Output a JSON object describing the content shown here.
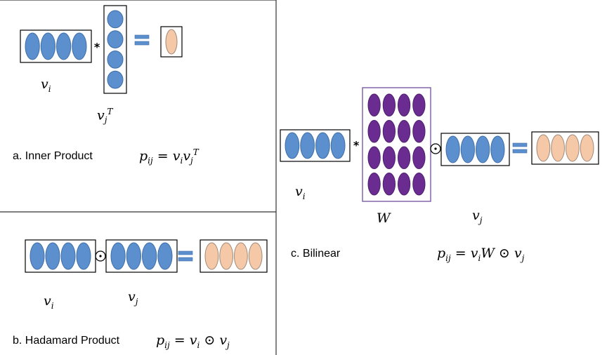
{
  "colors": {
    "vector": "#5b8fce",
    "vector_stroke": "#3f6ea6",
    "result": "#f5c9a8",
    "result_stroke": "#a08a7a",
    "weight": "#6a2c91",
    "weight_stroke": "#4d1f6b",
    "weight_box": "#7a5aa6",
    "equals": "#5b8fce",
    "divider": "#333333"
  },
  "icons": {
    "multiply": "asterisk-icon",
    "hadamard": "circle-dot-icon",
    "equals": "equals-icon"
  },
  "symbols": {
    "multiply": "*",
    "hadamard": "⊙"
  },
  "panel_a": {
    "caption": "a. Inner Product",
    "vi": {
      "v": "v",
      "sub": "i"
    },
    "vjT": {
      "v": "v",
      "sub": "j",
      "sup": "T"
    },
    "formula": {
      "p": "p",
      "p_sub": "ij",
      "eq": " = ",
      "v1": "v",
      "v1_sub": "i",
      "v2": "v",
      "v2_sub": "j",
      "v2_sup": "T"
    },
    "row_vector": {
      "circles": 4,
      "fill": "vector"
    },
    "col_vector": {
      "circles": 4,
      "fill": "vector"
    },
    "result": {
      "circles": 1,
      "fill": "result"
    }
  },
  "panel_b": {
    "caption": "b. Hadamard Product",
    "vi": {
      "v": "v",
      "sub": "i"
    },
    "vj": {
      "v": "v",
      "sub": "j"
    },
    "formula": {
      "p": "p",
      "p_sub": "ij",
      "eq": " = ",
      "v1": "v",
      "v1_sub": "i",
      "op": " ⊙ ",
      "v2": "v",
      "v2_sub": "j"
    },
    "left_vector": {
      "circles": 4,
      "fill": "vector"
    },
    "right_vector": {
      "circles": 4,
      "fill": "vector"
    },
    "result": {
      "circles": 4,
      "fill": "result"
    }
  },
  "panel_c": {
    "caption": "c. Bilinear",
    "vi": {
      "v": "v",
      "sub": "i"
    },
    "W": "W",
    "vj": {
      "v": "v",
      "sub": "j"
    },
    "formula": {
      "p": "p",
      "p_sub": "ij",
      "eq": " = ",
      "v1": "v",
      "v1_sub": "i",
      "w": "W",
      "op": " ⊙ ",
      "v2": "v",
      "v2_sub": "j"
    },
    "left_vector": {
      "circles": 4,
      "fill": "vector"
    },
    "matrix": {
      "rows": 4,
      "cols": 4,
      "fill": "weight"
    },
    "right_vector": {
      "circles": 4,
      "fill": "vector"
    },
    "result": {
      "circles": 4,
      "fill": "result"
    }
  }
}
